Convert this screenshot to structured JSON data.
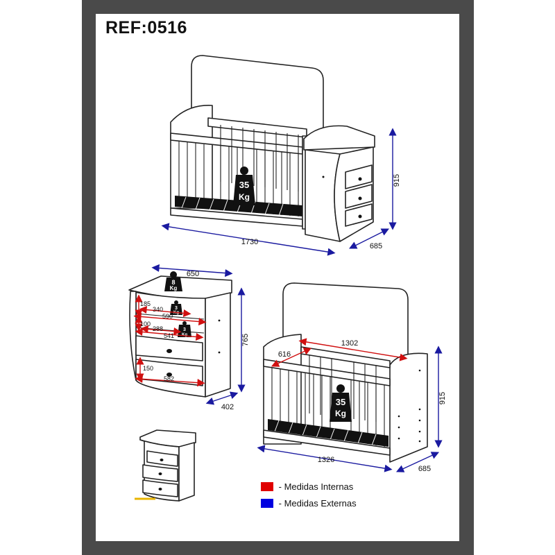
{
  "reference": "REF:0516",
  "dimensions": {
    "crib_combo": {
      "width": "1730",
      "depth": "685",
      "height": "915",
      "max_load": "35",
      "unit": "Kg"
    },
    "dresser": {
      "width": "650",
      "depth": "402",
      "height": "765",
      "top_load": "8",
      "drawer_load": "3",
      "unit": "Kg",
      "niche_height": "185",
      "niche_width_inner": "340",
      "niche_width_outer": "590",
      "shelf_height": "100",
      "shelf_width_inner": "288",
      "shelf_width_outer": "541",
      "drawer_height": "150",
      "drawer_width": "582"
    },
    "crib": {
      "inner_length": "1302",
      "inner_width": "616",
      "width": "1326",
      "depth": "685",
      "height": "915",
      "max_load": "35",
      "unit": "Kg"
    }
  },
  "legend": {
    "internal": {
      "label": "- Medidas Internas",
      "color": "#e00000"
    },
    "external": {
      "label": "- Medidas Externas",
      "color": "#0000e0"
    }
  },
  "colors": {
    "frame": "#4a4a4a",
    "external_dim": "#1a1aa0",
    "internal_dim": "#d01010",
    "accent": "#e8b400"
  }
}
